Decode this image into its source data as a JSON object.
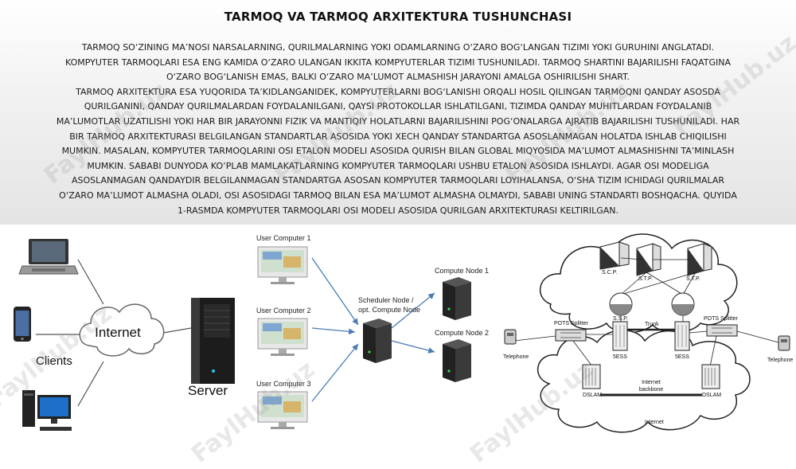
{
  "title": "TARMOQ VA TARMOQ ARXITEKTURA TUSHUNCHASI",
  "paragraphs": [
    "TARMOQ SO‘ZINING MA’NOSI NARSALARNING, QURILMALARNING YOKI ODAMLARNING O‘ZARO BOG‘LANGAN TIZIMI YOKI GURUHINI ANGLATADI. KOMPYUTER TARMOQLARI ESA ENG KAMIDA O‘ZARO ULANGAN IKKITA KOMPYUTERLAR TIZIMI TUSHUNILADI. TARMOQ SHARTINI BAJARILISHI FAQATGINA O‘ZARO BOG‘LANISH EMAS, BALKI O‘ZARO MA’LUMOT ALMASHISH JARAYONI AMALGA OSHIRILISHI SHART.",
    "TARMOQ ARXITEKTURA ESA YUQORIDA TA’KIDLANGANIDEK, KOMPYUTERLARNI BOG‘LANISHI ORQALI HOSIL QILINGAN TARMOQNI QANDAY ASOSDA QURILGANINI, QANDAY QURILMALARDAN FOYDALANILGANI, QAYSI PROTOKOLLAR ISHLATILGANI, TIZIMDA QANDAY MUHITLARDAN FOYDALANIB MA’LUMOTLAR UZATILISHI YOKI HAR BIR JARAYONNI FIZIK VA MANTIQIY HOLATLARNI BAJARILISHINI POG‘ONALARGA AJRATIB BAJARILISHI TUSHUNILADI. HAR BIR TARMOQ ARXITEKTURASI BELGILANGAN STANDARTLAR ASOSIDA YOKI XECH QANDAY STANDARTGA ASOSLANMAGAN HOLATDA ISHLAB CHIQILISHI MUMKIN. MASALAN, KOMPYUTER TARMOQLARINI OSI ETALON MODELI ASOSIDA QURISH BILAN GLOBAL MIQYOSIDA MA’LUMOT ALMASHISHNI TA’MINLASH MUMKIN. SABABI DUNYODA KO‘PLAB MAMLAKATLARNING KOMPYUTER TARMOQLARI USHBU ETALON ASOSIDA ISHLAYDI. AGAR OSI MODELIGA ASOSLANMAGAN QANDAYDIR BELGILANMAGAN STANDARTGA ASOSAN KOMPYUTER TARMOQLARI LOYIHALANSA, O‘SHA TIZIM ICHIDAGI QURILMALAR O‘ZARO MA’LUMOT ALMASHA OLADI, OSI ASOSIDAGI TARMOQ BILAN ESA MA’LUMOT ALMASHA OLMAYDI, SABABI UNING STANDARTI BOSHQACHA. QUYIDA 1-RASMDA KOMPYUTER TARMOQLARI OSI MODELI ASOSIDA QURILGAN ARXITEKTURASI KELTIRILGAN."
  ],
  "watermark": "FaylHub.uz",
  "diagram1": {
    "internet": "Internet",
    "clients": "Clients",
    "server": "Server"
  },
  "diagram2": {
    "user1": "User Computer 1",
    "user2": "User Computer 2",
    "user3": "User Computer 3",
    "scheduler_line1": "Scheduler Node /",
    "scheduler_line2": "opt. Compute Node",
    "node1": "Compute Node 1",
    "node2": "Compute Node 2"
  },
  "diagram3": {
    "scp": "S.C.P.",
    "stp_left": "S.T.P.",
    "stp_right": "S.T.P.",
    "ssp": "S.S.P.",
    "trunk": "Trunk",
    "pots_left": "POTS Splitter",
    "pots_right": "POTS Splitter",
    "ess_left": "5ESS",
    "ess_right": "5ESS",
    "phone_left": "Telephone",
    "phone_right": "Telephone",
    "dslam_left": "DSLAM",
    "dslam_right": "DSLAM",
    "backbone_line1": "Internet",
    "backbone_line2": "backbone",
    "internet": "Internet"
  }
}
